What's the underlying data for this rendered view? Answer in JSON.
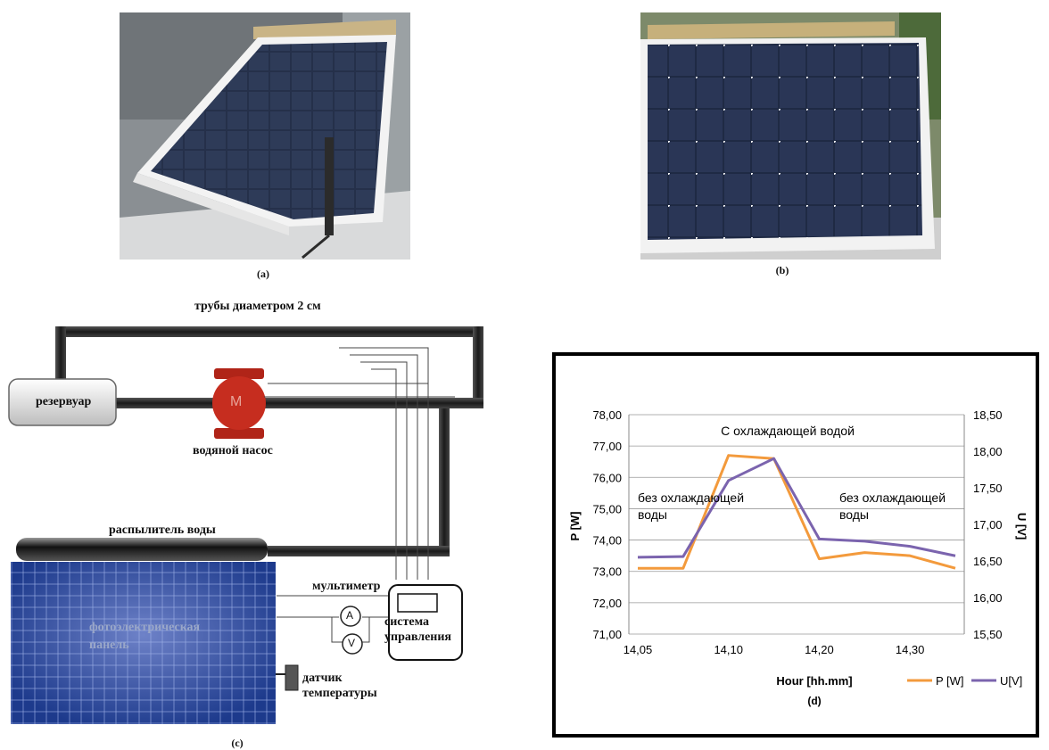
{
  "photos": {
    "a": {
      "caption": "(a)"
    },
    "b": {
      "caption": "(b)"
    }
  },
  "diagram": {
    "caption": "(c)",
    "pipes_label": "трубы диаметром 2 см",
    "tank_label": "резервуар",
    "pump_symbol": "M",
    "pump_label": "водяной насос",
    "sprayer_label": "распылитель воды",
    "multimeter_label": "мультиметр",
    "ammeter_symbol": "A",
    "voltmeter_symbol": "V",
    "control_label": "система управления",
    "panel_label": "фотоэлектрическая панель",
    "sensor_label": "датчик температуры"
  },
  "chart_caption": "(d)",
  "chart_data": {
    "type": "line",
    "title": "",
    "xlabel": "Hour [hh.mm]",
    "ylabel_left": "P [W]",
    "ylabel_right": "U [V]",
    "x_ticks": [
      "14,05",
      "14,10",
      "14,20",
      "14,30"
    ],
    "ylim_left": [
      71,
      78
    ],
    "y_ticks_left": [
      "71,00",
      "72,00",
      "73,00",
      "74,00",
      "75,00",
      "76,00",
      "77,00",
      "78,00"
    ],
    "ylim_right": [
      15.5,
      18.5
    ],
    "y_ticks_right": [
      "15,50",
      "16,00",
      "16,50",
      "17,00",
      "17,50",
      "18,00",
      "18,50"
    ],
    "grid": true,
    "legend_position": "bottom-right",
    "annotations": {
      "left": "без охлаждающей воды",
      "middle": "С охлаждающей водой",
      "right": "без охлаждающей воды"
    },
    "series": [
      {
        "name": "P [W]",
        "axis": "left",
        "color": "#f39a3c",
        "x": [
          0,
          1,
          2,
          3,
          4,
          5,
          6,
          7
        ],
        "values": [
          73.1,
          73.1,
          76.7,
          76.6,
          73.4,
          73.6,
          73.5,
          73.1
        ]
      },
      {
        "name": "U[V]",
        "axis": "right",
        "color": "#7b64ae",
        "x": [
          0,
          1,
          2,
          3,
          4,
          5,
          6,
          7
        ],
        "values": [
          16.55,
          16.56,
          17.6,
          17.9,
          16.8,
          16.77,
          16.7,
          16.57
        ]
      }
    ]
  }
}
